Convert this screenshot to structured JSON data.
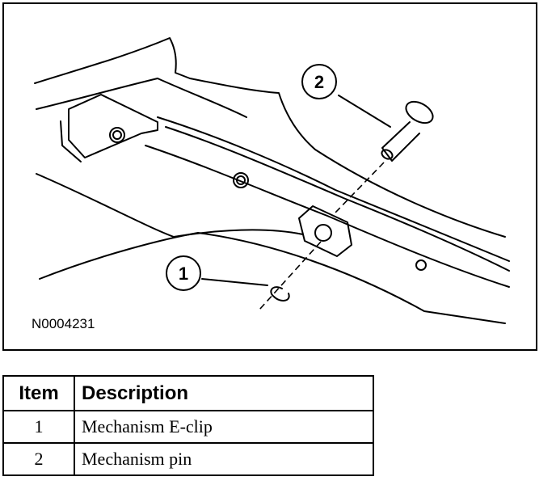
{
  "figure": {
    "id": "N0004231",
    "callouts": [
      "1",
      "2"
    ]
  },
  "legend": {
    "headers": {
      "item": "Item",
      "description": "Description"
    },
    "rows": [
      {
        "item": "1",
        "description": "Mechanism E-clip"
      },
      {
        "item": "2",
        "description": "Mechanism pin"
      }
    ]
  }
}
